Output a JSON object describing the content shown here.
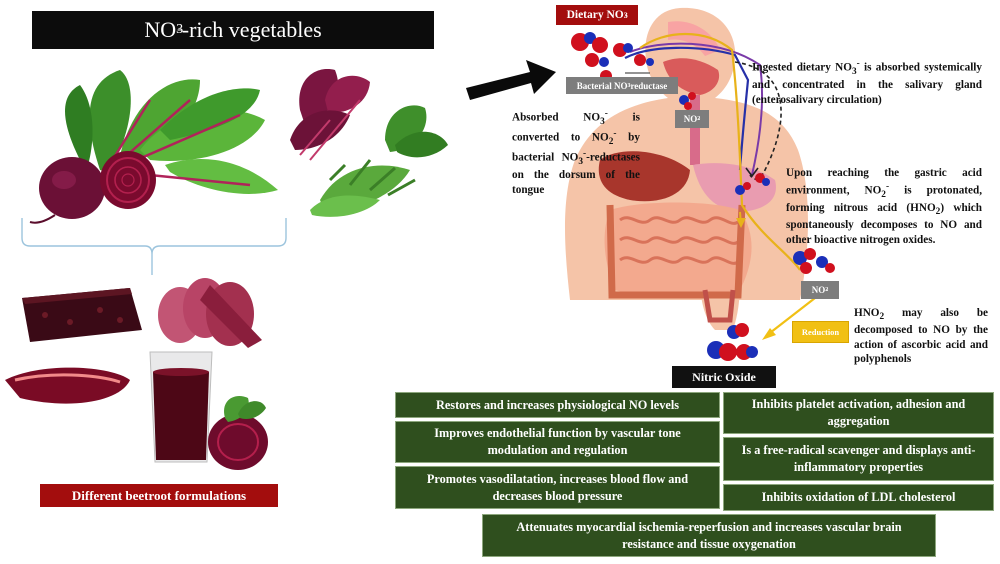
{
  "left": {
    "title": "NO3-rich vegetables",
    "title_main": "NO",
    "title_sub": "3",
    "title_sup": "-",
    "title_rest": "-rich vegetables",
    "formulations_label": "Different beetroot formulations"
  },
  "pathway": {
    "dietary_label_main": "Dietary NO",
    "dietary_label_sub": "3",
    "dietary_label_sup": "-",
    "bacterial_label": "Bacterial NO3- reductase",
    "bacterial_main": "Bacterial NO",
    "bacterial_sub": "3",
    "bacterial_sup": "-",
    "bacterial_rest": " reductase",
    "nitrite_box_1_main": "NO",
    "nitrite_box_1_sub": "2",
    "nitrite_box_1_sup": "-",
    "nitrite_box_2_main": "NO",
    "nitrite_box_2_sub": "2",
    "nitrite_box_2_sup": "-",
    "reduction_label": "Reduction",
    "nitric_oxide_label": "Nitric Oxide"
  },
  "notes": {
    "absorbed_p1": "Absorbed NO",
    "absorbed_s1": "3",
    "absorbed_sup1": "-",
    "absorbed_p2": " is converted to NO",
    "absorbed_s2": "2",
    "absorbed_sup2": "-",
    "absorbed_p3": " by bacterial NO",
    "absorbed_s3": "3",
    "absorbed_sup3": "-",
    "absorbed_p4": "-reductases on the dorsum of the tongue",
    "ingested_p1": "Ingested dietary NO",
    "ingested_s1": "3",
    "ingested_sup1": "-",
    "ingested_p2": " is absorbed systemically and concentrated in the salivary gland (enterosalivary circulation)",
    "gastric_p1": "Upon reaching the gastric acid environment, NO",
    "gastric_s1": "2",
    "gastric_sup1": "-",
    "gastric_p2": " is protonated, forming nitrous acid (HNO",
    "gastric_s2": "2",
    "gastric_p3": ") which spontaneously decomposes to NO and other bioactive nitrogen oxides.",
    "hno2_p1": "HNO",
    "hno2_s1": "2",
    "hno2_p2": " may also be decomposed to NO by the action of ascorbic acid and polyphenols"
  },
  "effects": [
    "Restores and increases physiological NO levels",
    "Improves endothelial function by vascular tone modulation and regulation",
    "Promotes vasodilatation, increases blood flow and decreases blood pressure",
    "Inhibits platelet activation, adhesion and aggregation",
    "Is a free-radical scavenger and displays anti-inflammatory properties",
    "Inhibits oxidation of LDL cholesterol",
    "Attenuates myocardial ischemia-reperfusion and increases vascular brain resistance and tissue oxygenation"
  ],
  "colors": {
    "title_bg": "#0c0c0c",
    "label_red": "#a30d0d",
    "effect_green": "#2f4f1e",
    "reduction_yellow": "#f1c014",
    "nitrogen_blue": "#1b2fb8",
    "oxygen_red": "#d0101e"
  }
}
